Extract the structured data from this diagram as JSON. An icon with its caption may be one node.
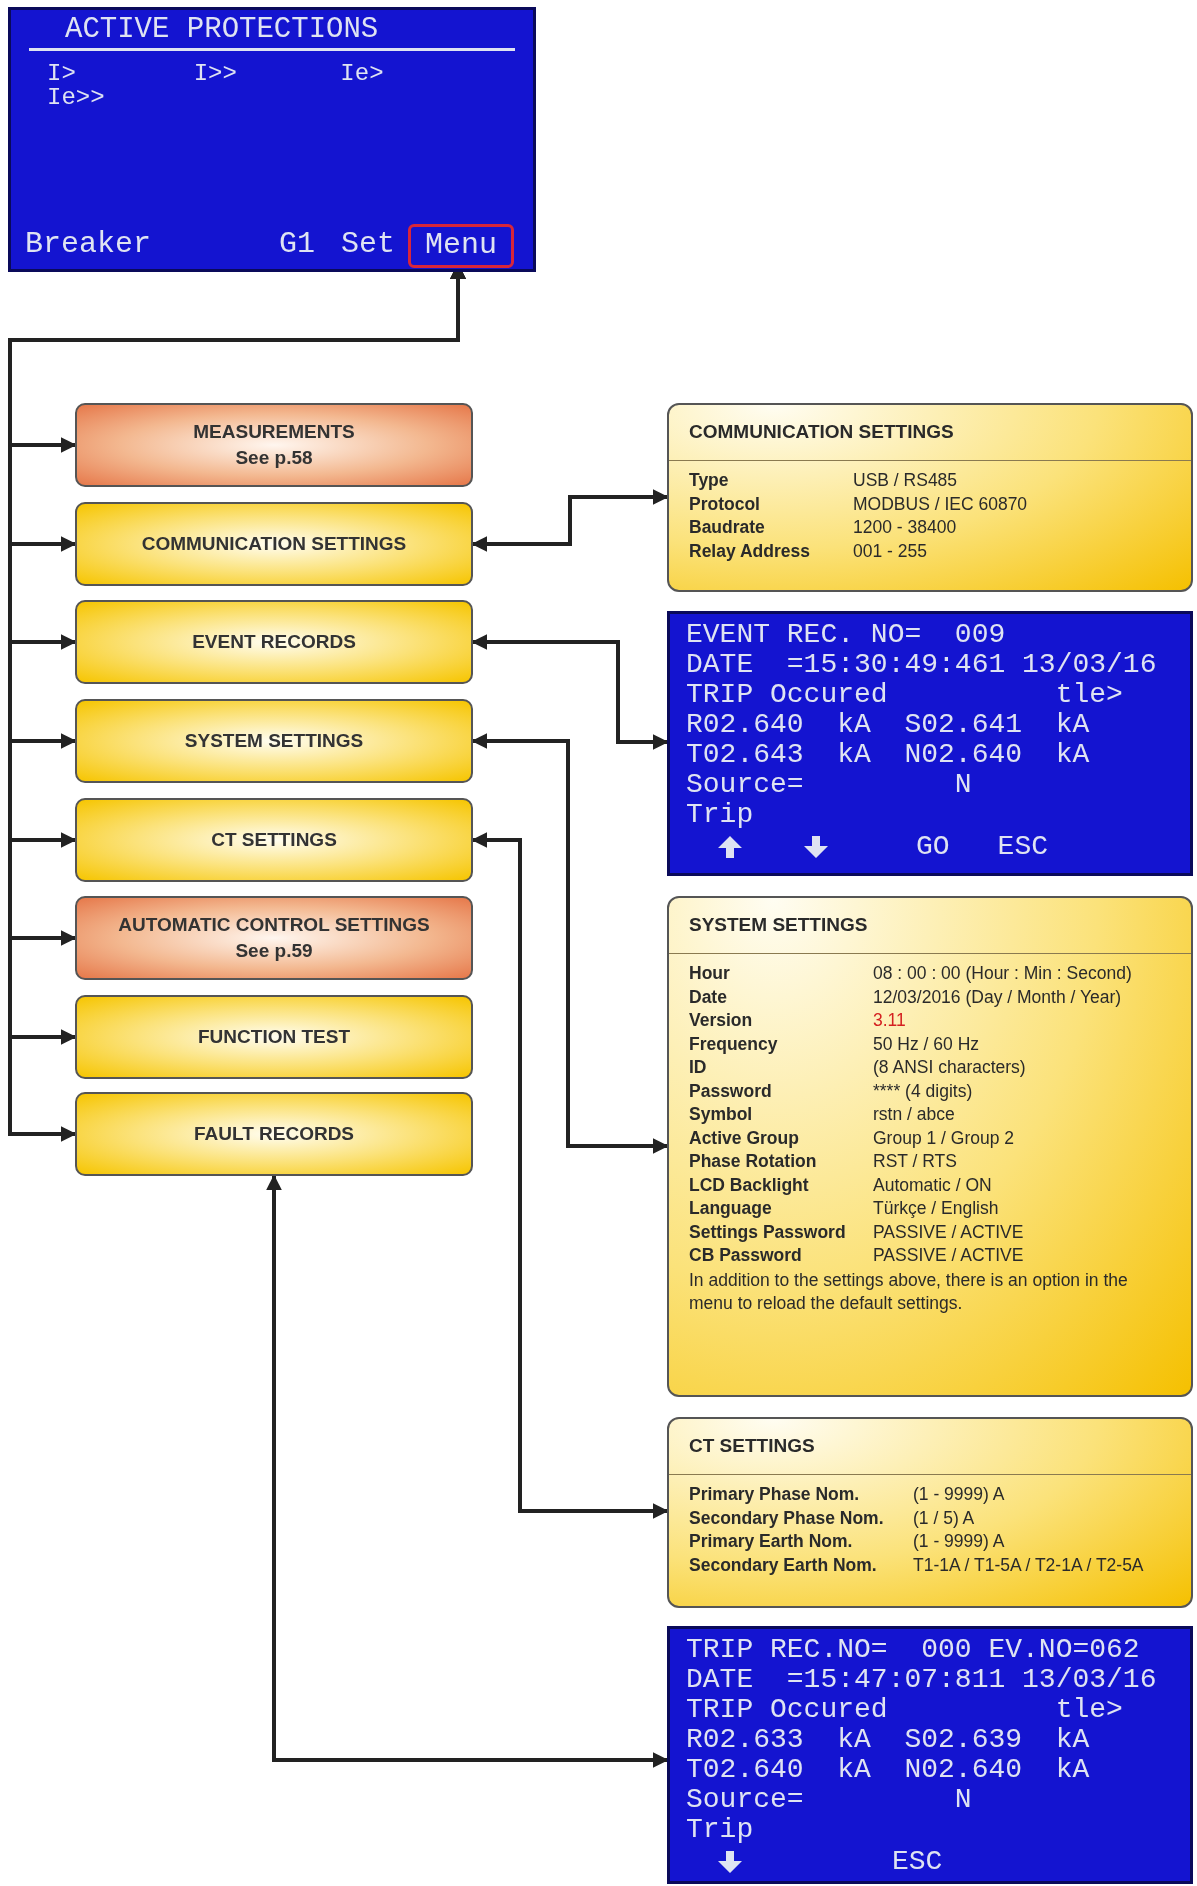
{
  "diagram": {
    "nodes": [
      {
        "text": [
          "ACTIVE PROTECTIONS",
          "I>",
          "I>>",
          "Ie>",
          "Ie>>",
          "Breaker",
          "G1",
          "Set"
        ]
      },
      {
        "text": [
          "Menu"
        ],
        "in": 0
      },
      {
        "text": [
          "MEASUREMENTS",
          "See p.58"
        ]
      },
      {
        "text": [
          "COMMUNICATION SETTINGS"
        ]
      },
      {
        "text": [
          "EVENT RECORDS"
        ]
      },
      {
        "text": [
          "SYSTEM SETTINGS"
        ]
      },
      {
        "text": [
          "CT SETTINGS"
        ]
      },
      {
        "text": [
          "AUTOMATIC CONTROL SETTINGS",
          "See p.59"
        ]
      },
      {
        "text": [
          "FUNCTION TEST"
        ]
      },
      {
        "text": [
          "FAULT RECORDS"
        ]
      },
      {
        "text": [
          "COMMUNICATION SETTINGS",
          "Type",
          "USB / RS485",
          "Protocol",
          "MODBUS / IEC 60870",
          "Baudrate",
          "1200 - 38400",
          "Relay Address",
          "001 - 255"
        ]
      },
      {
        "text": [
          "EVENT REC. NO=  009",
          "DATE  =15:30:49:461 13/03/16",
          "TRIP Occured          tle>",
          "R02.640  kA  S02.641  kA",
          "T02.643  kA  N02.640  kA",
          "Source=         N",
          "Trip",
          "GO",
          "ESC"
        ]
      },
      {
        "text": [
          "SYSTEM SETTINGS",
          "Hour",
          "08 : 00 : 00 (Hour : Min : Second)",
          "Date",
          "12/03/2016 (Day / Month / Year)",
          "Version",
          "3.11",
          "Frequency",
          "50 Hz / 60 Hz",
          "ID",
          "(8 ANSI characters)",
          "Password",
          "**** (4 digits)",
          "Symbol",
          "rstn / abce",
          "Active Group",
          "Group 1 / Group 2",
          "Phase Rotation",
          "RST / RTS",
          "LCD Backlight",
          "Automatic / ON",
          "Language",
          "Türkçe / English",
          "Settings Password",
          "PASSIVE / ACTIVE",
          "CB Password",
          "PASSIVE / ACTIVE",
          "In addition to the settings above, there is an option in the menu to reload the default settings."
        ]
      },
      {
        "text": [
          "CT SETTINGS",
          "Primary Phase Nom.",
          "(1 - 9999) A",
          "Secondary Phase Nom.",
          "(1 / 5) A",
          "Primary Earth Nom.",
          "(1 - 9999) A",
          "Secondary Earth Nom.",
          "T1-1A / T1-5A / T2-1A / T2-5A"
        ]
      },
      {
        "text": [
          "TRIP REC.NO=  000 EV.NO=062",
          "DATE  =15:47:07:811 13/03/16",
          "TRIP Occured          tle>",
          "R02.633  kA  S02.639  kA",
          "T02.640  kA  N02.640  kA",
          "Source=         N",
          "Trip",
          "ESC"
        ]
      }
    ],
    "edges": [
      {
        "from": 1,
        "to": 2,
        "arrow": "both"
      },
      {
        "from": 1,
        "to": 3,
        "arrow": "both"
      },
      {
        "from": 1,
        "to": 4,
        "arrow": "both"
      },
      {
        "from": 1,
        "to": 5,
        "arrow": "both"
      },
      {
        "from": 1,
        "to": 6,
        "arrow": "both"
      },
      {
        "from": 1,
        "to": 7,
        "arrow": "both"
      },
      {
        "from": 1,
        "to": 8,
        "arrow": "both"
      },
      {
        "from": 1,
        "to": 9,
        "arrow": "both"
      },
      {
        "from": 3,
        "to": 10,
        "arrow": "both"
      },
      {
        "from": 4,
        "to": 11,
        "arrow": "both"
      },
      {
        "from": 5,
        "to": 12,
        "arrow": "both"
      },
      {
        "from": 6,
        "to": 13,
        "arrow": "both"
      },
      {
        "from": 9,
        "to": 14,
        "arrow": "both"
      }
    ]
  }
}
